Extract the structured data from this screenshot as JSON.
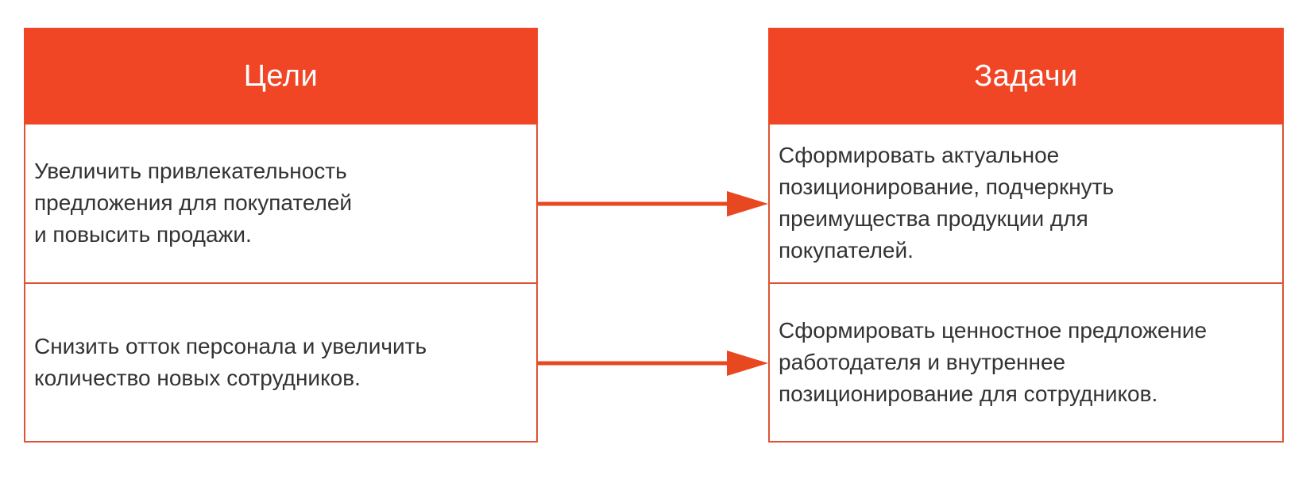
{
  "colors": {
    "accent": "#F04626",
    "border": "#DC5433",
    "arrow": "#E8481F",
    "header_text": "#FFFFFF",
    "body_text": "#333333",
    "page_bg": "#FFFFFF"
  },
  "columns": [
    {
      "header": "Цели",
      "cells": [
        "Увеличить привлекательность\nпредложения для покупателей\nи повысить продажи.",
        "Снизить отток персонала и увеличить\nколичество новых сотрудников."
      ]
    },
    {
      "header": "Задачи",
      "cells": [
        "Сформировать актуальное\nпозиционирование, подчеркнуть\nпреимущества продукции для\nпокупателей.",
        "Сформировать ценностное предложение\nработодателя и внутреннее\nпозиционирование для сотрудников."
      ]
    }
  ],
  "connectors": [
    {
      "icon": "arrow-right-icon",
      "from": "goals-row-1",
      "to": "tasks-row-1"
    },
    {
      "icon": "arrow-right-icon",
      "from": "goals-row-2",
      "to": "tasks-row-2"
    }
  ]
}
